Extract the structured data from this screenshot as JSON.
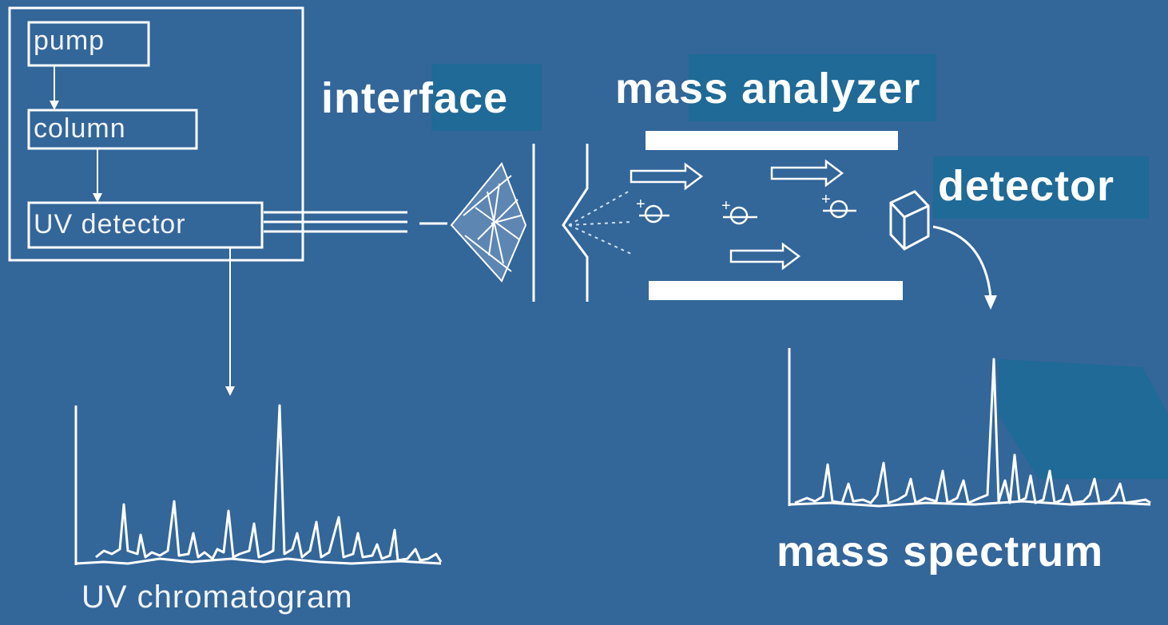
{
  "colors": {
    "background": "#336699",
    "highlight": "#1f6a96",
    "line": "#ffffff"
  },
  "lc_system": {
    "pump_label": "pump",
    "column_label": "column",
    "uv_detector_label": "UV detector"
  },
  "labels": {
    "interface": "interface",
    "mass_analyzer": "mass analyzer",
    "detector": "detector",
    "uv_chromatogram": "UV chromatogram",
    "mass_spectrum": "mass spectrum"
  },
  "ions": [
    "+",
    "+",
    "+"
  ]
}
